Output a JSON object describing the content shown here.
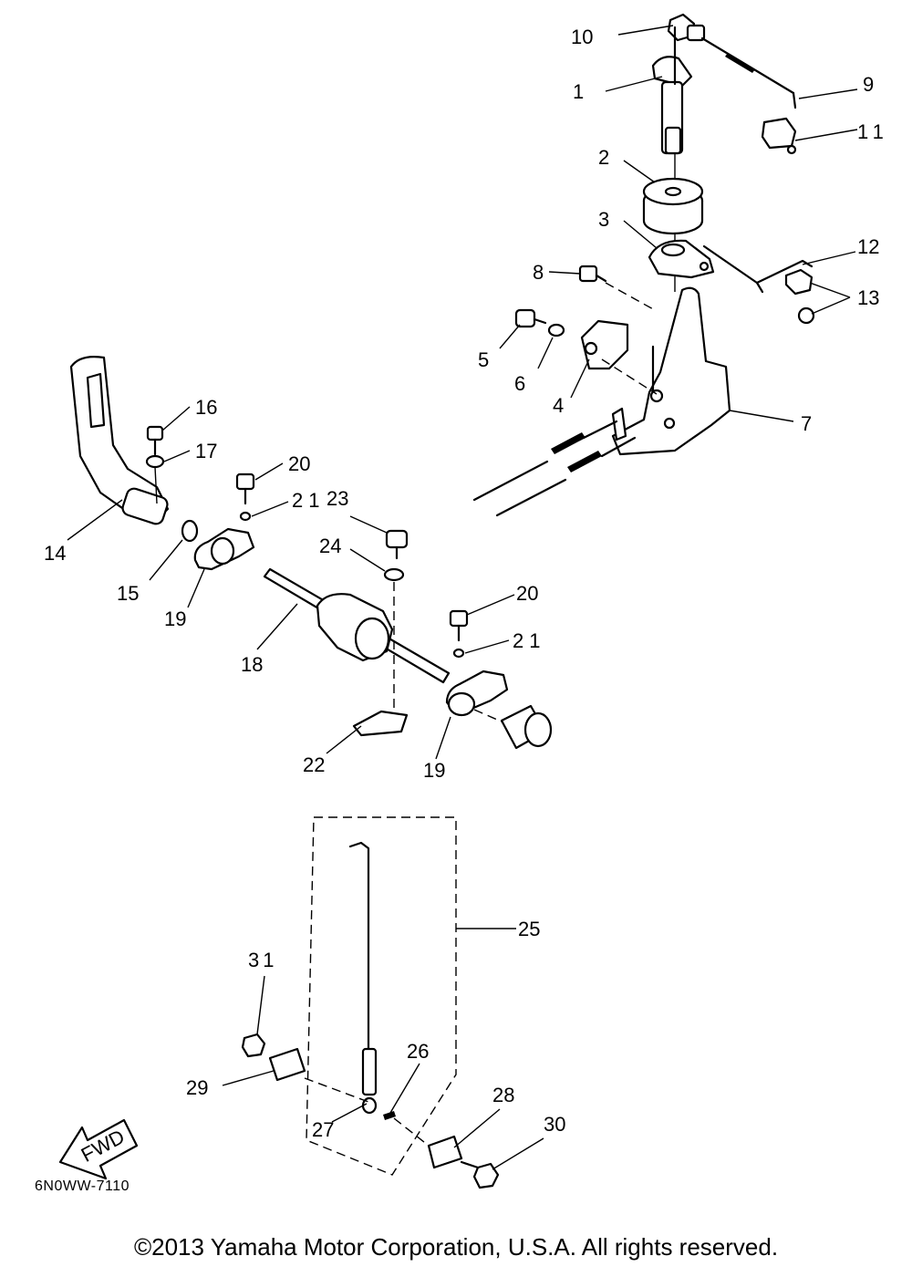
{
  "diagram": {
    "drawing_code": "6N0WW-7110",
    "copyright": "©2013 Yamaha Motor Corporation, U.S.A. All rights reserved.",
    "fwd_label": "FWD",
    "callouts": [
      "1",
      "2",
      "3",
      "4",
      "5",
      "6",
      "7",
      "8",
      "9",
      "10",
      "11",
      "12",
      "13",
      "14",
      "15",
      "16",
      "17",
      "18",
      "19",
      "20",
      "21",
      "22",
      "23",
      "24",
      "25",
      "26",
      "27",
      "28",
      "29",
      "30",
      "31"
    ],
    "callouts_repeat": [
      "19",
      "20",
      "21"
    ]
  }
}
